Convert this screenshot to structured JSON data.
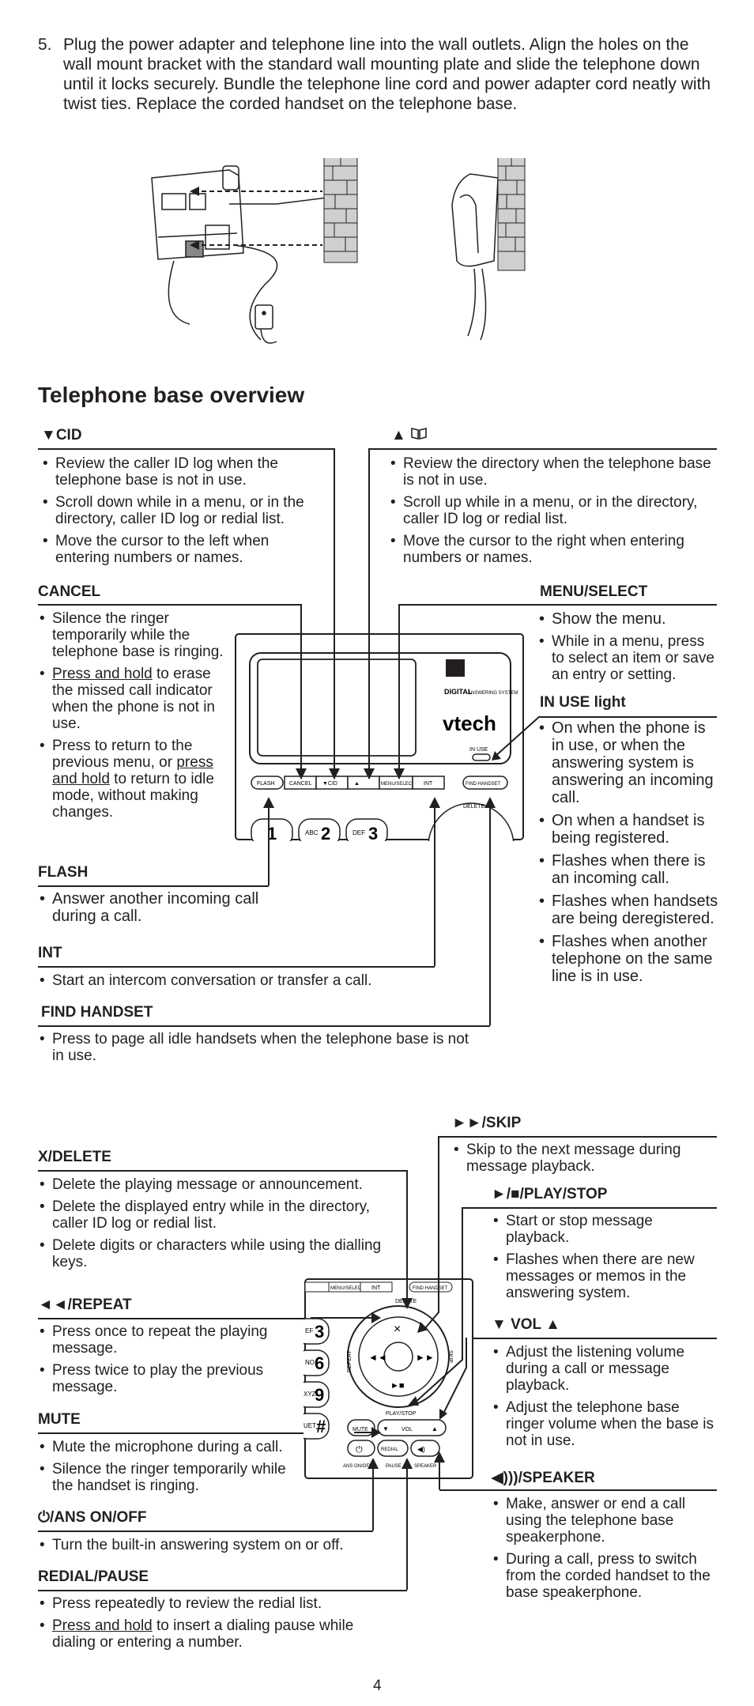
{
  "step5": {
    "number": "5.",
    "text": "Plug the power adapter and telephone line into the wall outlets. Align the holes on the wall mount bracket with the standard wall mounting plate and slide the telephone down until it locks securely. Bundle the telephone line cord and power adapter cord neatly with twist ties. Replace the corded handset on the telephone base."
  },
  "overview_title": "Telephone base overview",
  "cid": {
    "heading": "CID",
    "items": [
      "Review the caller ID log when the telephone base is not in use.",
      "Scroll down while in a menu, or in the directory, caller ID log or redial list.",
      "Move the cursor to the left when entering numbers or names."
    ]
  },
  "dir": {
    "items": [
      "Review the directory when the telephone base is not in use.",
      "Scroll up while in a menu, or in the directory, caller ID log or redial list.",
      "Move the cursor to the right when entering numbers or names."
    ]
  },
  "cancel": {
    "heading": "CANCEL",
    "item1": "Silence the ringer temporarily while the telephone base is ringing.",
    "item2_u": "Press and hold",
    "item2_rest": " to erase the missed call indicator when the phone is not in use.",
    "item3_a": "Press to return to the previous menu, or ",
    "item3_u": "press and hold",
    "item3_b": " to return to idle mode, without making changes."
  },
  "menu_select": {
    "heading": "MENU/SELECT",
    "items": [
      "Show the menu.",
      "While in a menu, press to select an item or save an entry or setting."
    ]
  },
  "in_use": {
    "heading": "IN USE light",
    "items": [
      "On when the phone is in use, or when the answering system is answering an incoming call.",
      "On when a handset is being registered.",
      "Flashes when there is an incoming call.",
      "Flashes when handsets are being deregistered.",
      "Flashes when another telephone on the same line is in use."
    ]
  },
  "flash": {
    "heading": "FLASH",
    "items": [
      "Answer another incoming call during a call."
    ]
  },
  "int": {
    "heading": "INT",
    "items": [
      "Start an intercom conversation or transfer a call."
    ]
  },
  "find_handset": {
    "heading": "FIND HANDSET",
    "items": [
      "Press to page all idle handsets when the telephone base is not in use."
    ]
  },
  "skip": {
    "heading": "/SKIP",
    "items": [
      "Skip to the next message during message playback."
    ]
  },
  "x_delete": {
    "heading": "X/DELETE",
    "items": [
      "Delete the playing message or announcement.",
      "Delete the displayed entry while in the directory, caller ID log or redial list.",
      "Delete digits or characters while using the dialling keys."
    ]
  },
  "play_stop": {
    "heading": "/PLAY/STOP",
    "items": [
      "Start or stop message playback.",
      "Flashes when there are new messages or memos in the answering system."
    ]
  },
  "repeat": {
    "heading": "/REPEAT",
    "items": [
      "Press once to repeat the playing message.",
      "Press twice to play the previous message."
    ]
  },
  "vol": {
    "heading": "VOL",
    "items": [
      "Adjust the listening volume during a call or message playback.",
      "Adjust the telephone base ringer volume when the base is not in use."
    ]
  },
  "mute": {
    "heading": "MUTE",
    "items": [
      "Mute the microphone during a call.",
      "Silence the ringer temporarily while the handset is ringing."
    ]
  },
  "speaker": {
    "heading": "/SPEAKER",
    "items": [
      "Make, answer or end a call using the telephone base speakerphone.",
      "During a call, press to switch from the corded handset to the base speakerphone."
    ]
  },
  "ans": {
    "heading": "/ANS ON/OFF",
    "items": [
      "Turn the built-in answering system on or off."
    ]
  },
  "redial": {
    "heading": "REDIAL/PAUSE",
    "item1": "Press repeatedly to review the redial list.",
    "item2_u": "Press and hold",
    "item2_rest": " to insert a dialing pause while dialing or entering a number."
  },
  "device_labels": {
    "flash": "FLASH",
    "cancel": "CANCEL",
    "cid": "▼CID",
    "dir": "▲",
    "menu": "MENU/SELECT",
    "int": "INT",
    "find": "FIND HANDSET",
    "delete": "DELETE",
    "in_use": "IN USE",
    "brand": "vtech",
    "digital1": "DIGITAL",
    "digital2": "ANSWERING SYSTEM",
    "k1": "1",
    "k2": "2",
    "k3": "3",
    "abc": "ABC",
    "def": "DEF",
    "def2": "EF",
    "mno": "NO",
    "k6": "6",
    "wxyz": "XYZ",
    "k9": "9",
    "oper": "UET",
    "hash": "#",
    "repeat": "REPEAT",
    "skip": "SKIP",
    "playstop": "PLAY/STOP",
    "mute": "MUTE",
    "vol": "VOL",
    "redial": "REDIAL",
    "ans": "ANS ON/OFF",
    "pause": "PAUSE",
    "speaker": "SPEAKER"
  },
  "page_number": "4"
}
